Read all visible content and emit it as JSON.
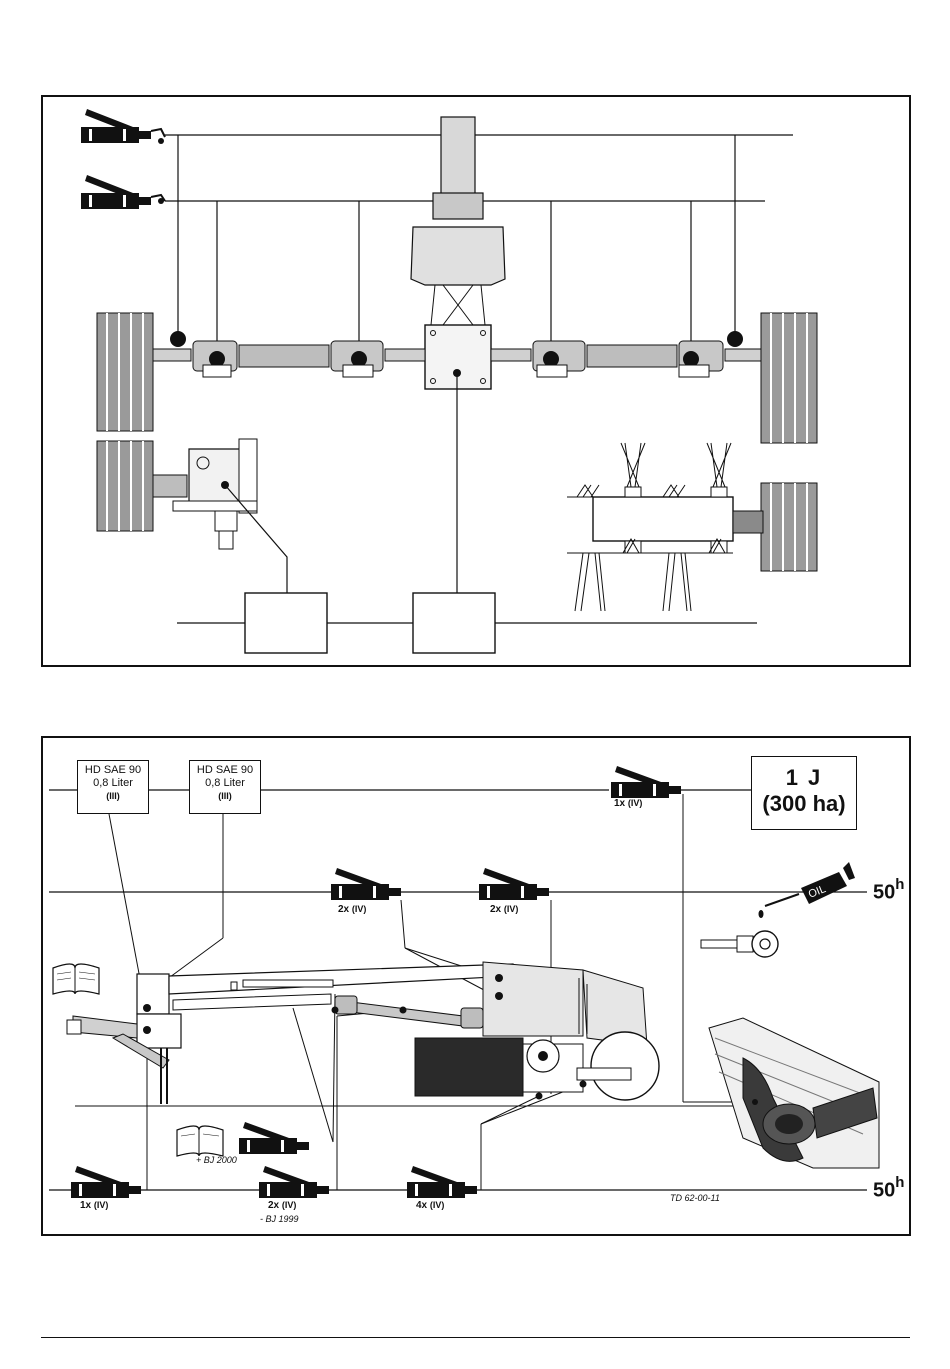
{
  "bottom_panel": {
    "oil_boxes": [
      {
        "grade": "HD SAE 90",
        "amount": "0,8 Liter",
        "code": "(III)"
      },
      {
        "grade": "HD SAE 90",
        "amount": "0,8 Liter",
        "code": "(III)"
      }
    ],
    "interval_box": {
      "line1": "1  J",
      "line2": "(300 ha)"
    },
    "grease_points": {
      "annual": {
        "count": "1x",
        "code": "(IV)"
      },
      "upper_left": {
        "count": "2x",
        "code": "(IV)"
      },
      "upper_right": {
        "count": "2x",
        "code": "(IV)"
      },
      "lower_left": {
        "count": "1x",
        "code": "(IV)"
      },
      "lower_middle": {
        "count": "2x",
        "code": "(IV)",
        "note": "- BJ 1999"
      },
      "lower_right": {
        "count": "4x",
        "code": "(IV)"
      }
    },
    "from_year_note": "+ BJ 2000",
    "oil_can_label": "OIL",
    "interval_upper": {
      "value": "50",
      "unit": "h"
    },
    "interval_lower": {
      "value": "50",
      "unit": "h"
    },
    "drawing_number": "TD 62-00-11"
  },
  "colors": {
    "ink": "#111111",
    "shaft_grey": "#c8c8c8",
    "dark_grey": "#8a8a8a"
  },
  "icons": [
    "grease-gun-icon",
    "oil-can-icon",
    "manual-book-icon",
    "ring-terminal-icon"
  ]
}
